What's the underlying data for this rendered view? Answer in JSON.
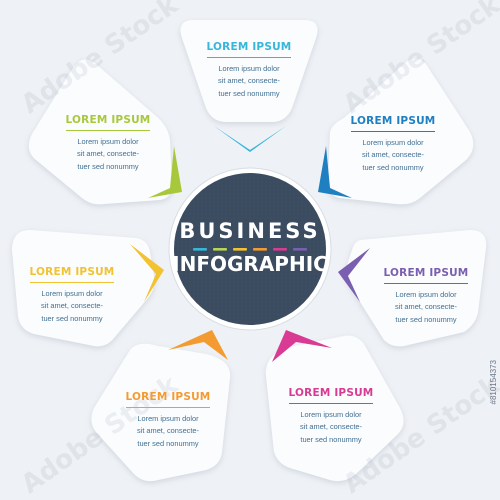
{
  "center": {
    "line1": "BUSINESS",
    "line2": "INFOGRAPHIC"
  },
  "dash_colors": [
    "#36b6d9",
    "#b6d455",
    "#f2c230",
    "#f39b31",
    "#d93a93",
    "#7a5fb0"
  ],
  "cards": [
    {
      "id": "top",
      "title": "LOREM IPSUM",
      "lines": [
        "Lorem ipsum dolor",
        "sit amet, consecte-",
        "tuer sed nonummy"
      ],
      "color": "#36b6d9"
    },
    {
      "id": "upper-right",
      "title": "LOREM IPSUM",
      "lines": [
        "Lorem ipsum dolor",
        "sit amet, consecte-",
        "tuer sed nonummy"
      ],
      "color": "#1e7fc1"
    },
    {
      "id": "lower-right",
      "title": "LOREM IPSUM",
      "lines": [
        "Lorem ipsum dolor",
        "sit amet, consecte-",
        "tuer sed nonummy"
      ],
      "color": "#7a5fb0"
    },
    {
      "id": "bottom-right",
      "title": "LOREM IPSUM",
      "lines": [
        "Lorem ipsum dolor",
        "sit amet, consecte-",
        "tuer sed nonummy"
      ],
      "color": "#d93a93"
    },
    {
      "id": "bottom-left",
      "title": "LOREM IPSUM",
      "lines": [
        "Lorem ipsum dolor",
        "sit amet, consecte-",
        "tuer sed nonummy"
      ],
      "color": "#f39b31"
    },
    {
      "id": "lower-left",
      "title": "LOREM IPSUM",
      "lines": [
        "Lorem ipsum dolor",
        "sit amet, consecte-",
        "tuer sed nonummy"
      ],
      "color": "#f2c230"
    },
    {
      "id": "upper-left",
      "title": "LOREM IPSUM",
      "lines": [
        "Lorem ipsum dolor",
        "sit amet, consecte-",
        "tuer sed nonummy"
      ],
      "color": "#a8c83c"
    }
  ],
  "watermark": "Adobe Stock",
  "stock_id": "#810154373"
}
